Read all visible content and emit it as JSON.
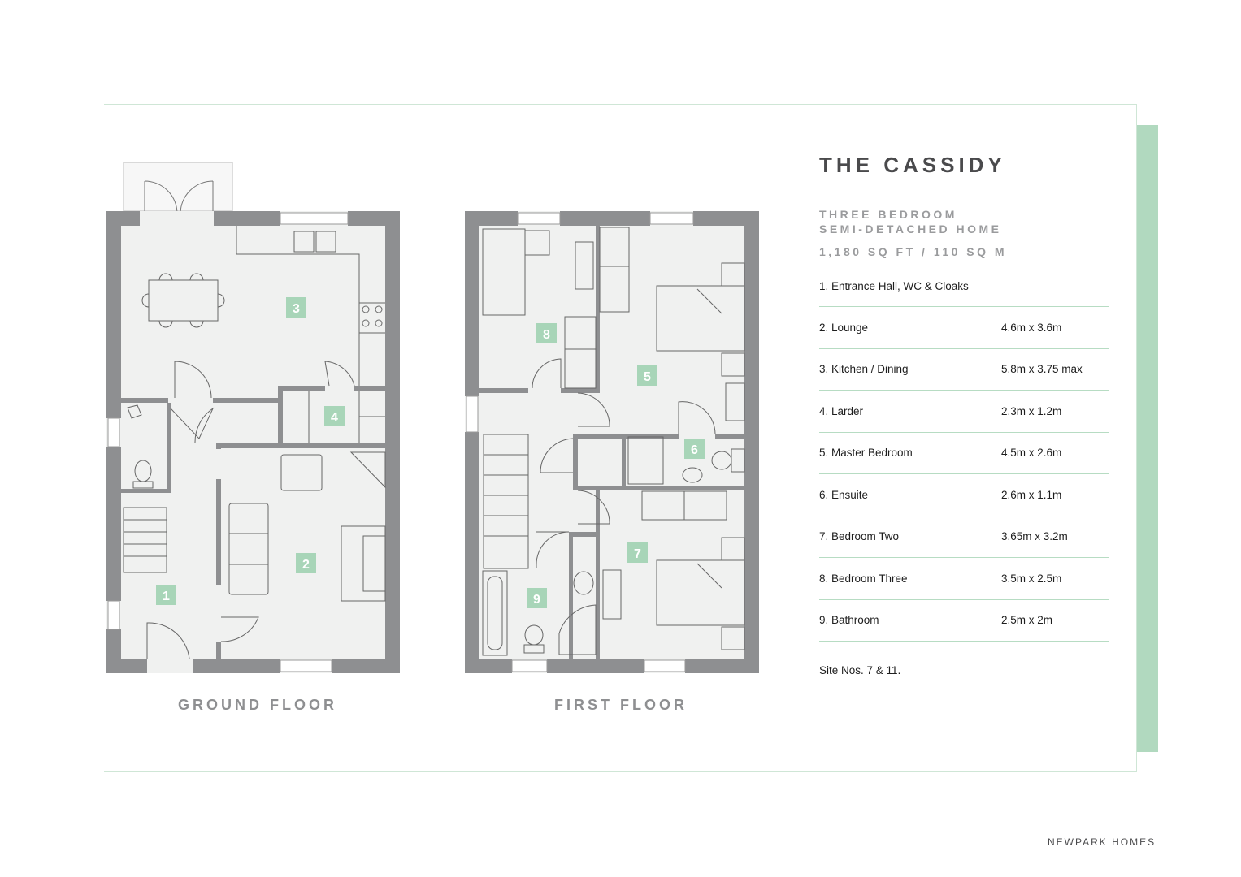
{
  "title": "THE CASSIDY",
  "subtitle_line1": "THREE BEDROOM",
  "subtitle_line2": "SEMI-DETACHED HOME",
  "area": "1,180 SQ FT /  110 SQ M",
  "rooms": [
    {
      "name": "1. Entrance Hall, WC & Cloaks",
      "size": ""
    },
    {
      "name": "2. Lounge",
      "size": "4.6m x 3.6m"
    },
    {
      "name": "3. Kitchen / Dining",
      "size": "5.8m x 3.75 max"
    },
    {
      "name": "4. Larder",
      "size": "2.3m x 1.2m"
    },
    {
      "name": "5. Master Bedroom",
      "size": "4.5m x 2.6m"
    },
    {
      "name": "6. Ensuite",
      "size": "2.6m x 1.1m"
    },
    {
      "name": "7. Bedroom Two",
      "size": "3.65m x 3.2m"
    },
    {
      "name": "8. Bedroom Three",
      "size": "3.5m x 2.5m"
    },
    {
      "name": "9. Bathroom",
      "size": "2.5m x 2m"
    }
  ],
  "site": "Site Nos. 7 & 11.",
  "ground_floor_label": "GROUND FLOOR",
  "first_floor_label": "FIRST FLOOR",
  "room_numbers": [
    "1",
    "2",
    "3",
    "4",
    "5",
    "6",
    "7",
    "8",
    "9"
  ],
  "brand": "NEWPARK HOMES",
  "colors": {
    "wall": "#8e8f91",
    "floor": "#f0f1f0",
    "badge": "#a8d5b8",
    "accent": "#b1d9bf"
  }
}
